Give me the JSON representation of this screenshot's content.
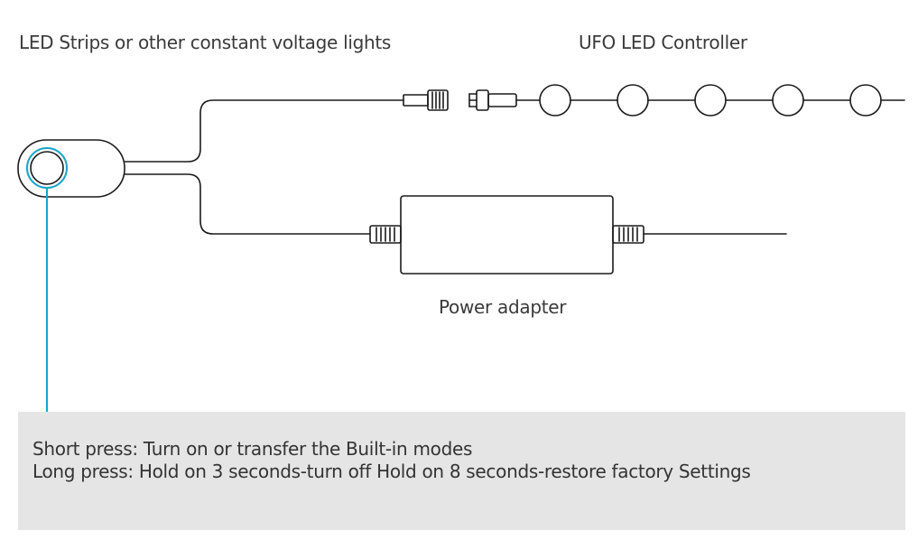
{
  "labels": {
    "led_strips": "LED Strips or other constant voltage lights",
    "controller": "UFO LED Controller",
    "power_adapter": "Power adapter"
  },
  "info": {
    "short_press": "Short press: Turn on or transfer the Built-in modes",
    "long_press": "Long press: Hold on 3 seconds-turn off Hold on 8 seconds-restore factory Settings"
  },
  "colors": {
    "line": "#1a1a1a",
    "accent": "#1aa3c8",
    "info_background": "#e5e5e5",
    "text": "#333333"
  }
}
